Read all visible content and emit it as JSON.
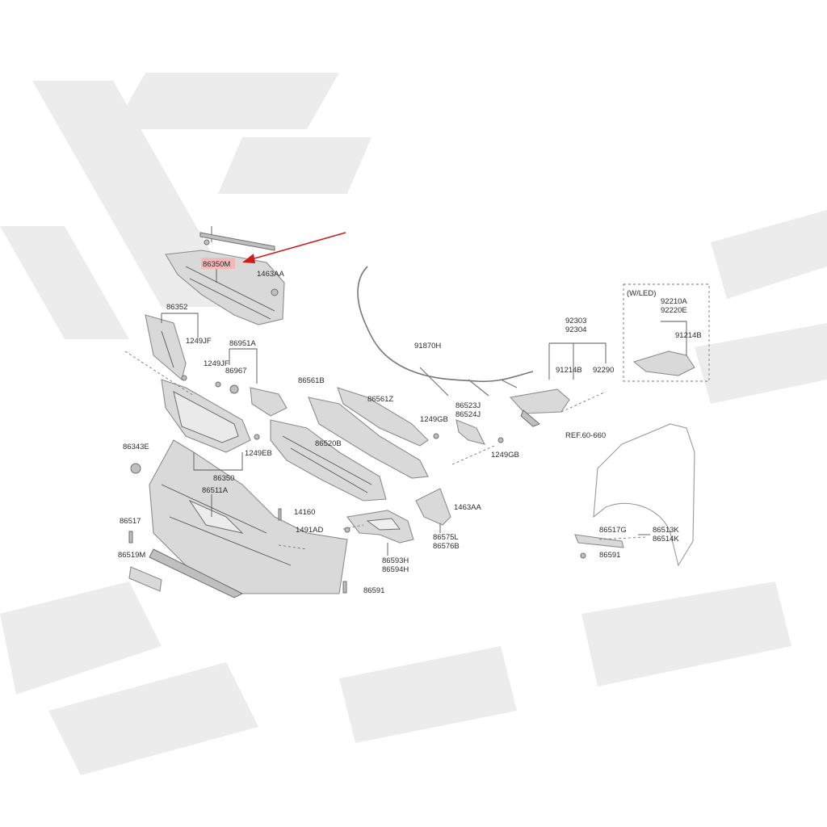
{
  "diagram": {
    "highlight_color": "#f3b8b8",
    "arrow_color": "#d11a1a",
    "labels": {
      "p86350M": "86350M",
      "p1463AA_top": "1463AA",
      "p86352": "86352",
      "p1249JF_a": "1249JF",
      "p86951A": "86951A",
      "p1249JF_b": "1249JF",
      "p86967": "86967",
      "p86561B": "86561B",
      "p86561Z": "86561Z",
      "p91870H": "91870H",
      "p92303": "92303",
      "p92304": "92304",
      "p91214B_a": "91214B",
      "p92290": "92290",
      "wled": "(W/LED)",
      "p92210A": "92210A",
      "p92220E": "92220E",
      "p91214B_b": "91214B",
      "p86523J": "86523J",
      "p86524J": "86524J",
      "p1249GB_a": "1249GB",
      "p1249GB_b": "1249GB",
      "ref": "REF.60-660",
      "p86343E": "86343E",
      "p1249EB": "1249EB",
      "p86520B": "86520B",
      "p86350": "86350",
      "p86511A": "86511A",
      "p14160": "14160",
      "p1491AD": "1491AD",
      "p1463AA_b": "1463AA",
      "p86517": "86517",
      "p86519M": "86519M",
      "p86575L": "86575L",
      "p86576B": "86576B",
      "p86593H": "86593H",
      "p86594H": "86594H",
      "p86591_a": "86591",
      "p86517G": "86517G",
      "p86513K": "86513K",
      "p86514K": "86514K",
      "p86591_b": "86591"
    }
  }
}
